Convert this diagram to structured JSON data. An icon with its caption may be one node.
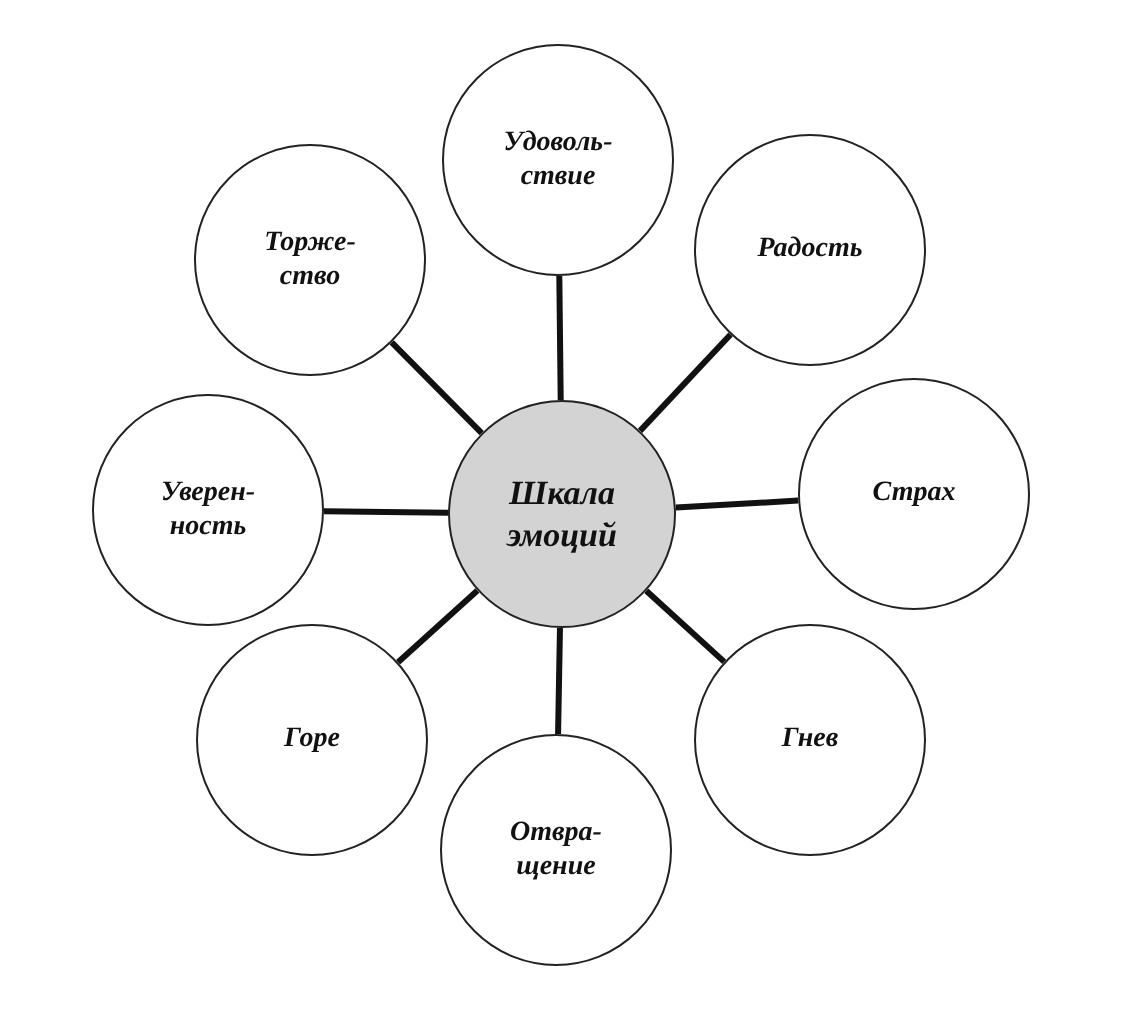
{
  "diagram": {
    "nodes": [
      {
        "text": [
          "Шкала эмоций"
        ]
      },
      {
        "text": [
          "Удоволь-ствие"
        ]
      },
      {
        "text": [
          "Радость"
        ]
      },
      {
        "text": [
          "Страх"
        ]
      },
      {
        "text": [
          "Гнев"
        ]
      },
      {
        "text": [
          "Отвра-щение"
        ]
      },
      {
        "text": [
          "Горе"
        ]
      },
      {
        "text": [
          "Уверен-ность"
        ]
      },
      {
        "text": [
          "Торже-ство"
        ]
      }
    ],
    "edges": [
      {
        "from": 0,
        "to": 1,
        "arrow": "none"
      },
      {
        "from": 0,
        "to": 2,
        "arrow": "none"
      },
      {
        "from": 0,
        "to": 3,
        "arrow": "none"
      },
      {
        "from": 0,
        "to": 4,
        "arrow": "none"
      },
      {
        "from": 0,
        "to": 5,
        "arrow": "none"
      },
      {
        "from": 0,
        "to": 6,
        "arrow": "none"
      },
      {
        "from": 0,
        "to": 7,
        "arrow": "none"
      },
      {
        "from": 0,
        "to": 8,
        "arrow": "none"
      }
    ]
  }
}
